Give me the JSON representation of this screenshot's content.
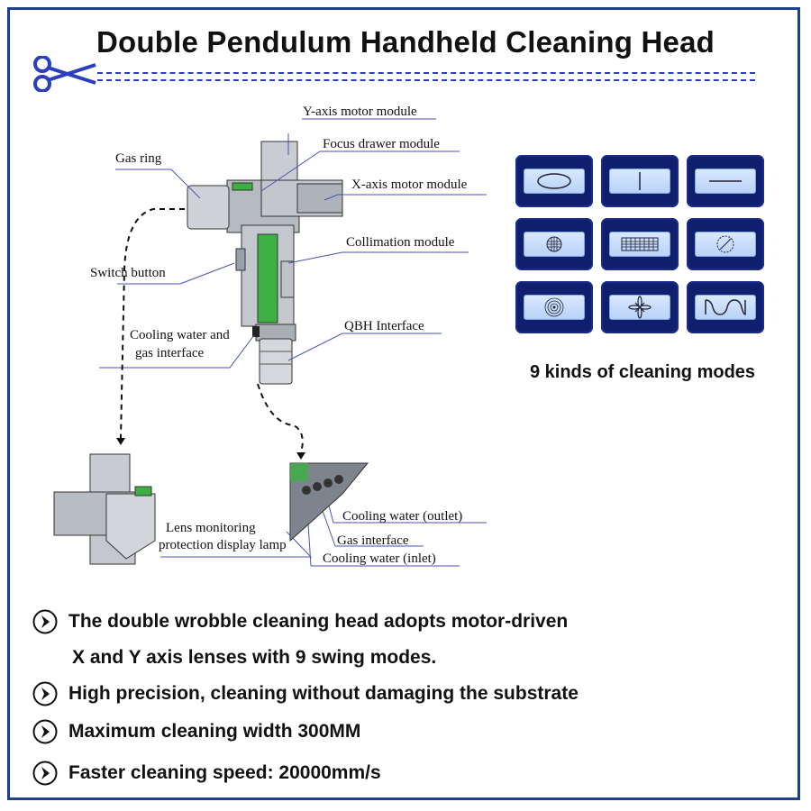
{
  "title": "Double Pendulum Handheld Cleaning Head",
  "labels": {
    "y_axis_motor": "Y-axis motor module",
    "focus_drawer": "Focus drawer module",
    "gas_ring": "Gas ring",
    "x_axis_motor": "X-axis motor module",
    "collimation": "Collimation module",
    "switch_button": "Switch button",
    "cooling_gas_line1": "Cooling water and",
    "cooling_gas_line2": "gas interface",
    "qbh": "QBH Interface",
    "lens_line1": "Lens monitoring",
    "lens_line2": "protection display lamp",
    "cooling_outlet": "Cooling water (outlet)",
    "gas_interface": "Gas interface",
    "cooling_inlet": "Cooling water (inlet)"
  },
  "modes": {
    "caption": "9 kinds of cleaning modes",
    "icons": [
      "ellipse-pattern",
      "vertical-line-pattern",
      "horizontal-line-pattern",
      "circle-grid-pattern",
      "rectangular-grid-pattern",
      "circle-slash-pattern",
      "concentric-circle-pattern",
      "star-pattern",
      "sine-wave-pattern"
    ]
  },
  "bullets": [
    {
      "line1": "The double wrobble cleaning head adopts motor-driven",
      "line2": "X and Y axis lenses with 9 swing modes."
    },
    {
      "line1": "High precision, cleaning without damaging the substrate"
    },
    {
      "line1": "Maximum cleaning width 300MM"
    },
    {
      "line1": "Faster cleaning speed: 20000mm/s"
    }
  ],
  "colors": {
    "frame": "#1c3f8f",
    "accent_blue": "#2a3fbf",
    "tile_bg": "#0f1f6e",
    "green": "#3cb043"
  }
}
